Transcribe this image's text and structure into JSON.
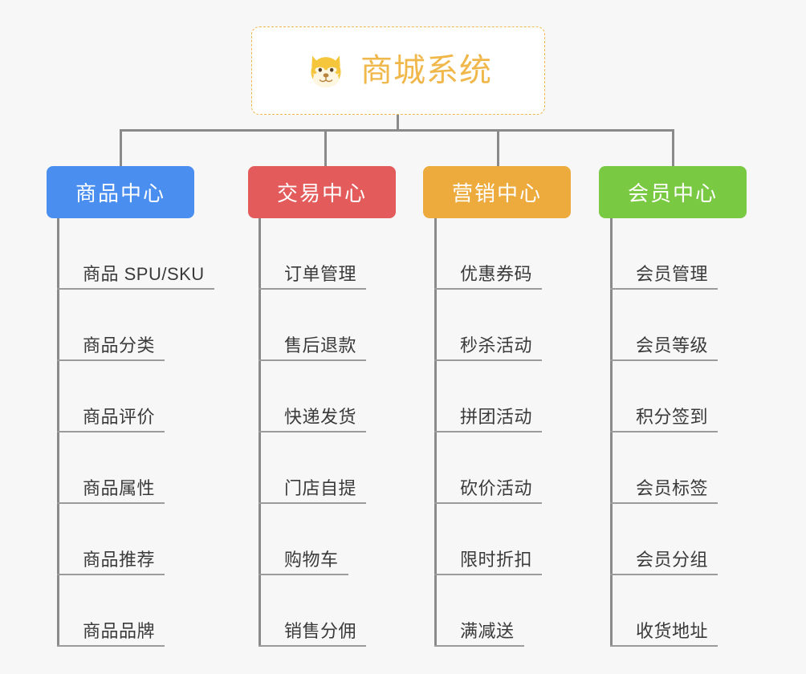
{
  "page": {
    "background_color": "#f7f7f8",
    "line_color": "#8a8a8a",
    "rule_color": "#9b9b9b"
  },
  "root": {
    "title": "商城系统",
    "icon": "shiba-dog-face-icon",
    "text_color": "#f0b74a",
    "border_color": "#f0b74a",
    "background_color": "#ffffff"
  },
  "categories": [
    {
      "label": "商品中心",
      "color": "#4a8ef0",
      "items": [
        "商品 SPU/SKU",
        "商品分类",
        "商品评价",
        "商品属性",
        "商品推荐",
        "商品品牌"
      ]
    },
    {
      "label": "交易中心",
      "color": "#e35b5b",
      "items": [
        "订单管理",
        "售后退款",
        "快递发货",
        "门店自提",
        "购物车",
        "销售分佣"
      ]
    },
    {
      "label": "营销中心",
      "color": "#edab3e",
      "items": [
        "优惠券码",
        "秒杀活动",
        "拼团活动",
        "砍价活动",
        "限时折扣",
        "满减送"
      ]
    },
    {
      "label": "会员中心",
      "color": "#7ac943",
      "items": [
        "会员管理",
        "会员等级",
        "积分签到",
        "会员标签",
        "会员分组",
        "收货地址"
      ]
    }
  ]
}
